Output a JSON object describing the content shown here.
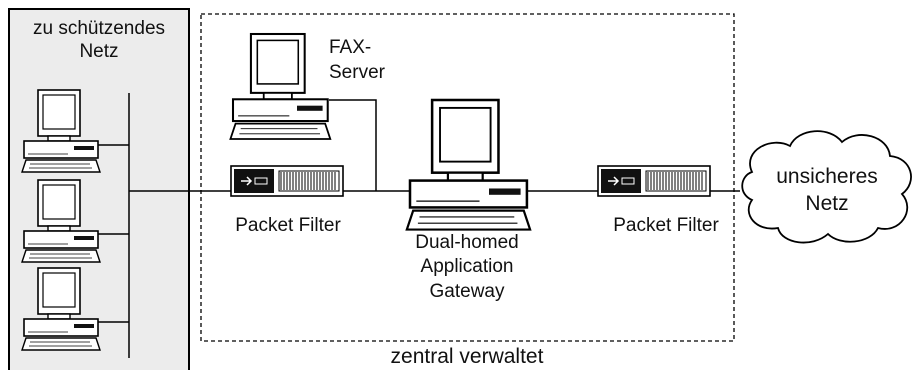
{
  "protected_zone": {
    "label_line1": "zu schützendes",
    "label_line2": "Netz"
  },
  "managed_zone": {
    "label": "zentral verwaltet"
  },
  "fax_server": {
    "label_line1": "FAX-",
    "label_line2": "Server"
  },
  "packet_filter_left": {
    "label": "Packet Filter"
  },
  "packet_filter_right": {
    "label": "Packet Filter"
  },
  "gateway": {
    "label_line1": "Dual-homed",
    "label_line2": "Application",
    "label_line3": "Gateway"
  },
  "internet_cloud": {
    "label_line1": "unsicheres",
    "label_line2": "Netz"
  },
  "client_workstations": [
    {
      "icon": "workstation-icon"
    },
    {
      "icon": "workstation-icon"
    },
    {
      "icon": "workstation-icon"
    }
  ],
  "colors": {
    "zone_fill": "#ececec",
    "line": "#000000",
    "screen": "#ffffff",
    "badge": "#111111"
  }
}
